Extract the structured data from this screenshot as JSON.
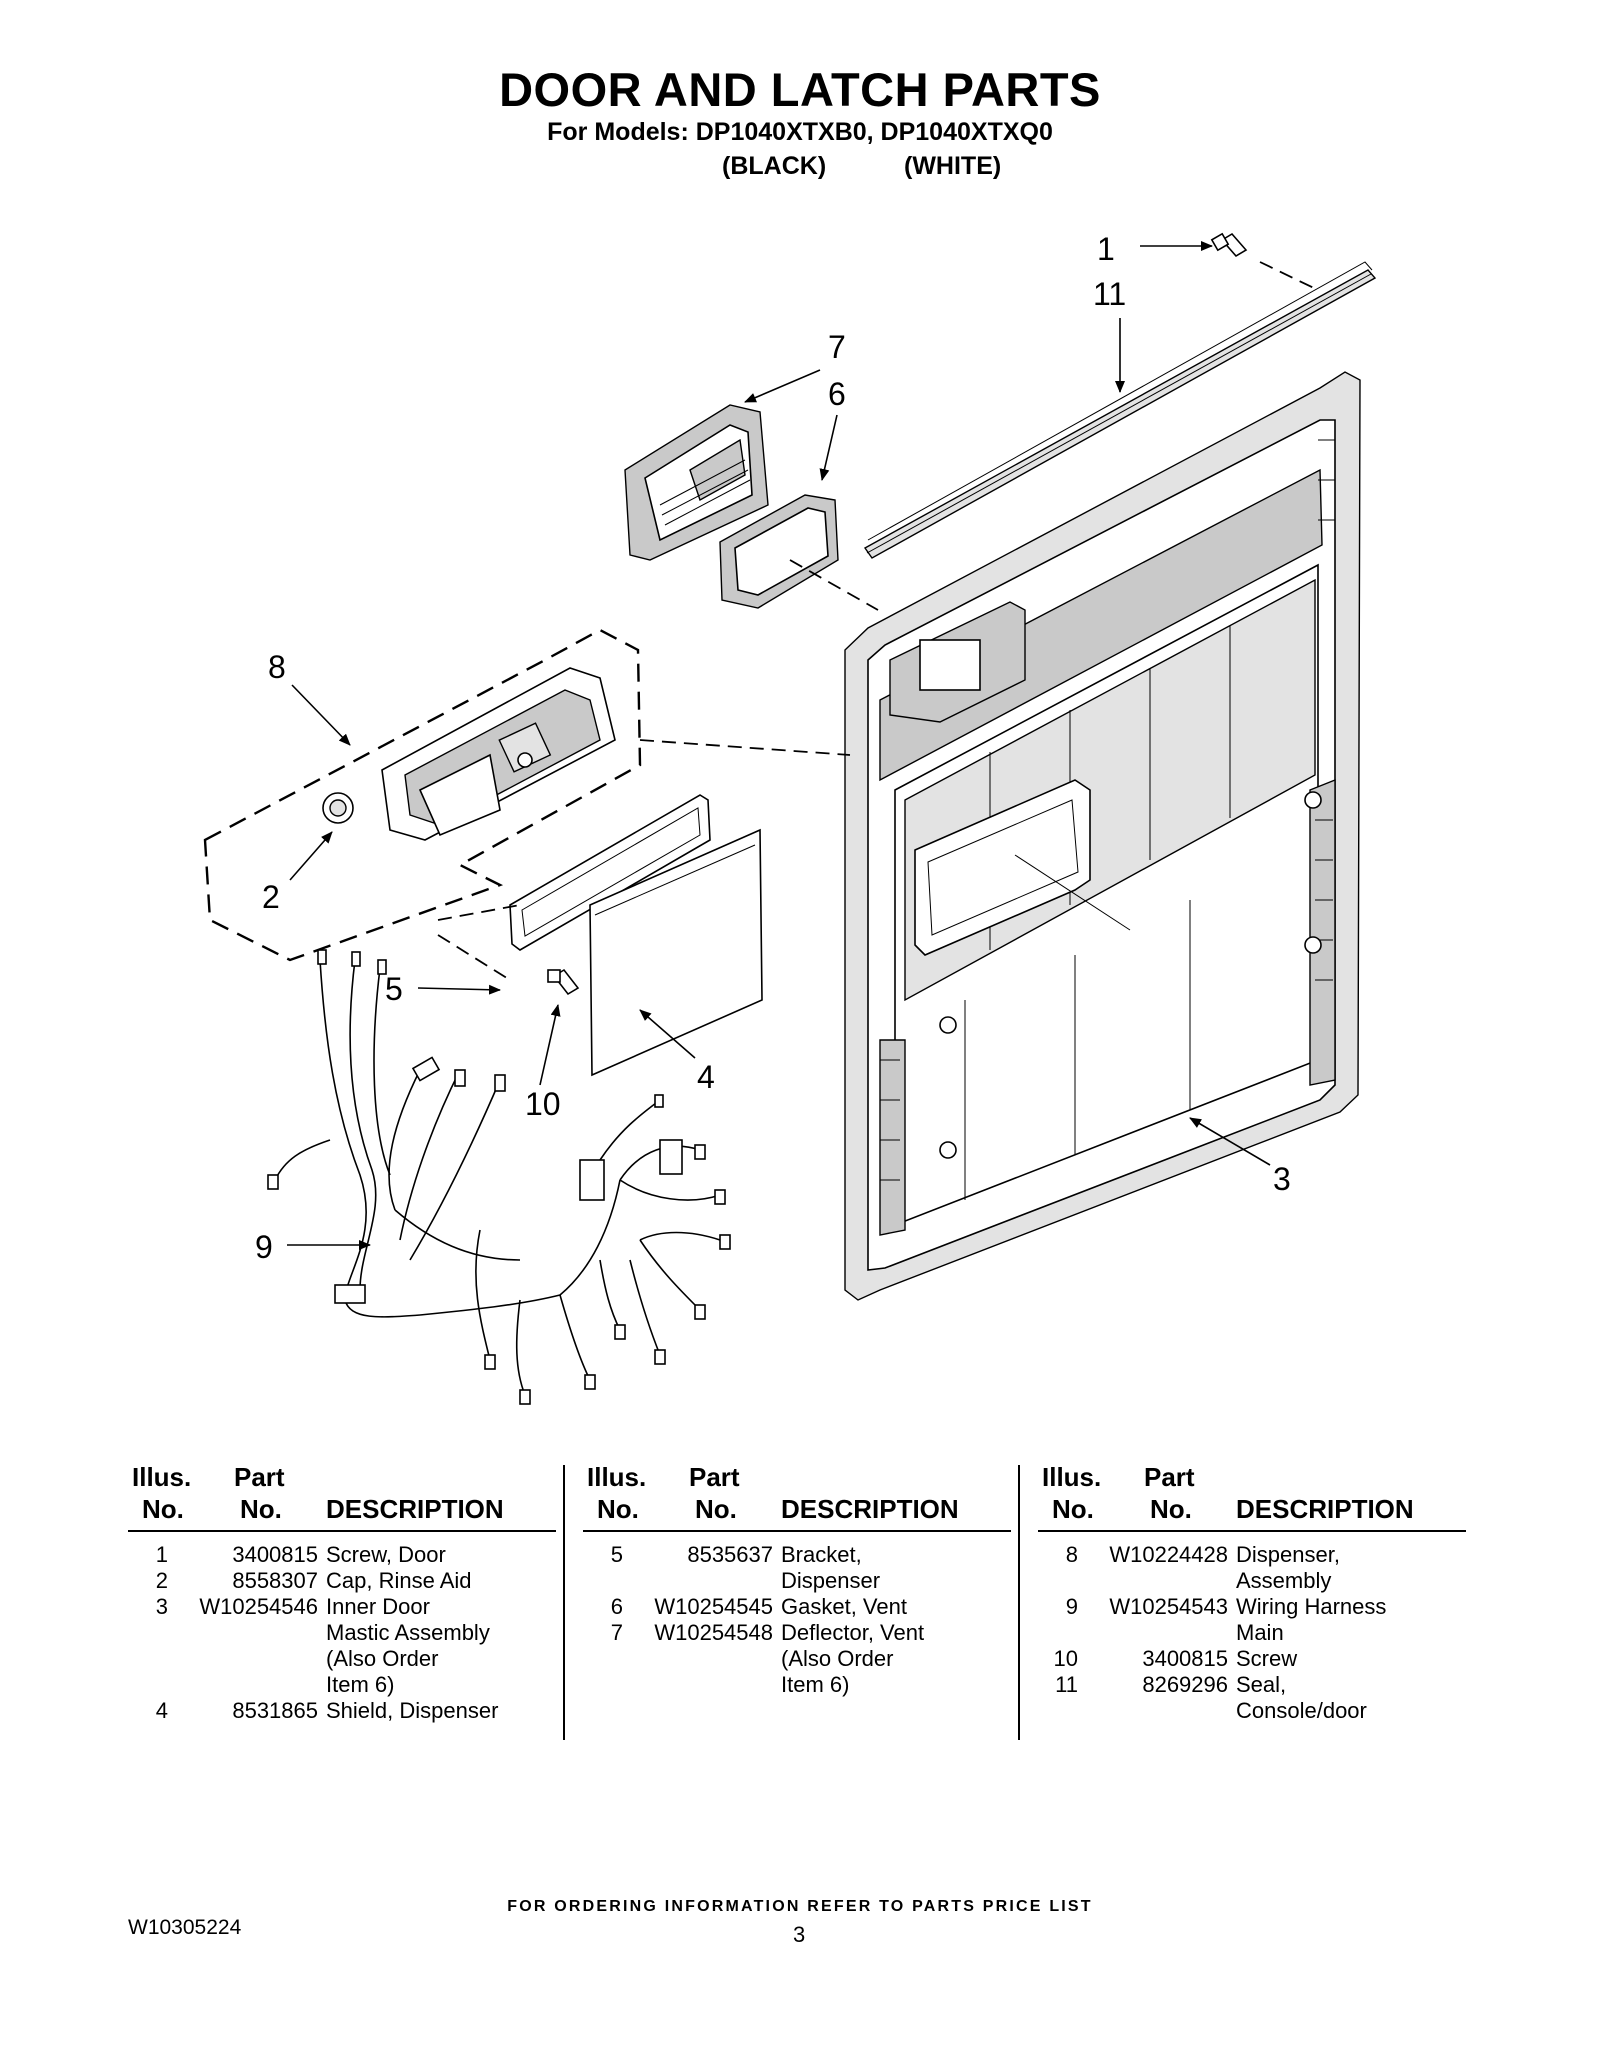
{
  "header": {
    "title": "DOOR AND LATCH PARTS",
    "subtitle": "For Models: DP1040XTXB0, DP1040XTXQ0",
    "variant_black": "(BLACK)",
    "variant_white": "(WHITE)"
  },
  "callouts": [
    "1",
    "11",
    "7",
    "6",
    "8",
    "2",
    "5",
    "10",
    "4",
    "3",
    "9"
  ],
  "parts_table": {
    "headers": {
      "illus_1": "Illus.",
      "illus_2": "No.",
      "part_1": "Part",
      "part_2": "No.",
      "description": "DESCRIPTION"
    },
    "columns": [
      [
        {
          "illus": "1",
          "part": "3400815",
          "desc": "Screw, Door"
        },
        {
          "illus": "2",
          "part": "8558307",
          "desc": "Cap, Rinse Aid"
        },
        {
          "illus": "3",
          "part": "W10254546",
          "desc": "Inner Door\nMastic Assembly\n(Also Order\nItem 6)"
        },
        {
          "illus": "4",
          "part": "8531865",
          "desc": "Shield, Dispenser"
        }
      ],
      [
        {
          "illus": "5",
          "part": "8535637",
          "desc": "Bracket,\nDispenser"
        },
        {
          "illus": "6",
          "part": "W10254545",
          "desc": "Gasket, Vent"
        },
        {
          "illus": "7",
          "part": "W10254548",
          "desc": "Deflector, Vent\n(Also Order\nItem 6)"
        }
      ],
      [
        {
          "illus": "8",
          "part": "W10224428",
          "desc": "Dispenser,\nAssembly"
        },
        {
          "illus": "9",
          "part": "W10254543",
          "desc": "Wiring Harness\nMain"
        },
        {
          "illus": "10",
          "part": "3400815",
          "desc": "Screw"
        },
        {
          "illus": "11",
          "part": "8269296",
          "desc": "Seal,\nConsole/door"
        }
      ]
    ]
  },
  "footer": {
    "note": "FOR ORDERING INFORMATION REFER TO PARTS PRICE LIST",
    "doc_number": "W10305224",
    "page_number": "3"
  }
}
